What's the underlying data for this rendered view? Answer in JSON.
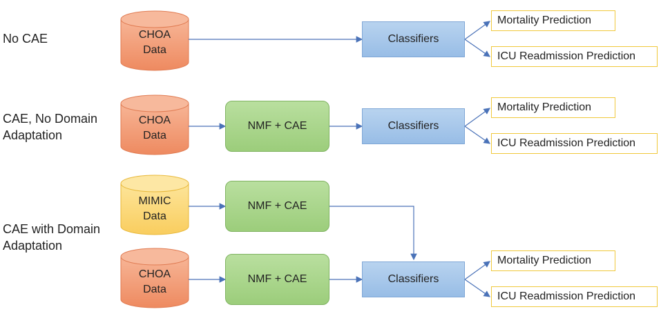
{
  "colors": {
    "choa_cylinder": "#f4a07a",
    "mimic_cylinder": "#fcd87a",
    "classifier_box": "#a9c8ec",
    "nmf_box": "#acd68d",
    "output_border": "#f0c83a",
    "arrow": "#4a72b8"
  },
  "rows": [
    {
      "label": "No CAE",
      "sources": [
        {
          "label": "CHOA\nData",
          "color": "orange"
        }
      ],
      "encoders": [],
      "classifier": "Classifiers",
      "outputs": [
        "Mortality Prediction",
        "ICU Readmission Prediction"
      ]
    },
    {
      "label": "CAE, No Domain\nAdaptation",
      "sources": [
        {
          "label": "CHOA\nData",
          "color": "orange"
        }
      ],
      "encoders": [
        "NMF + CAE"
      ],
      "classifier": "Classifiers",
      "outputs": [
        "Mortality Prediction",
        "ICU Readmission Prediction"
      ]
    },
    {
      "label": "CAE with Domain\nAdaptation",
      "sources": [
        {
          "label": "MIMIC\nData",
          "color": "yellow"
        },
        {
          "label": "CHOA\nData",
          "color": "orange"
        }
      ],
      "encoders": [
        "NMF + CAE",
        "NMF + CAE"
      ],
      "classifier": "Classifiers",
      "outputs": [
        "Mortality Prediction",
        "ICU Readmission Prediction"
      ]
    }
  ]
}
